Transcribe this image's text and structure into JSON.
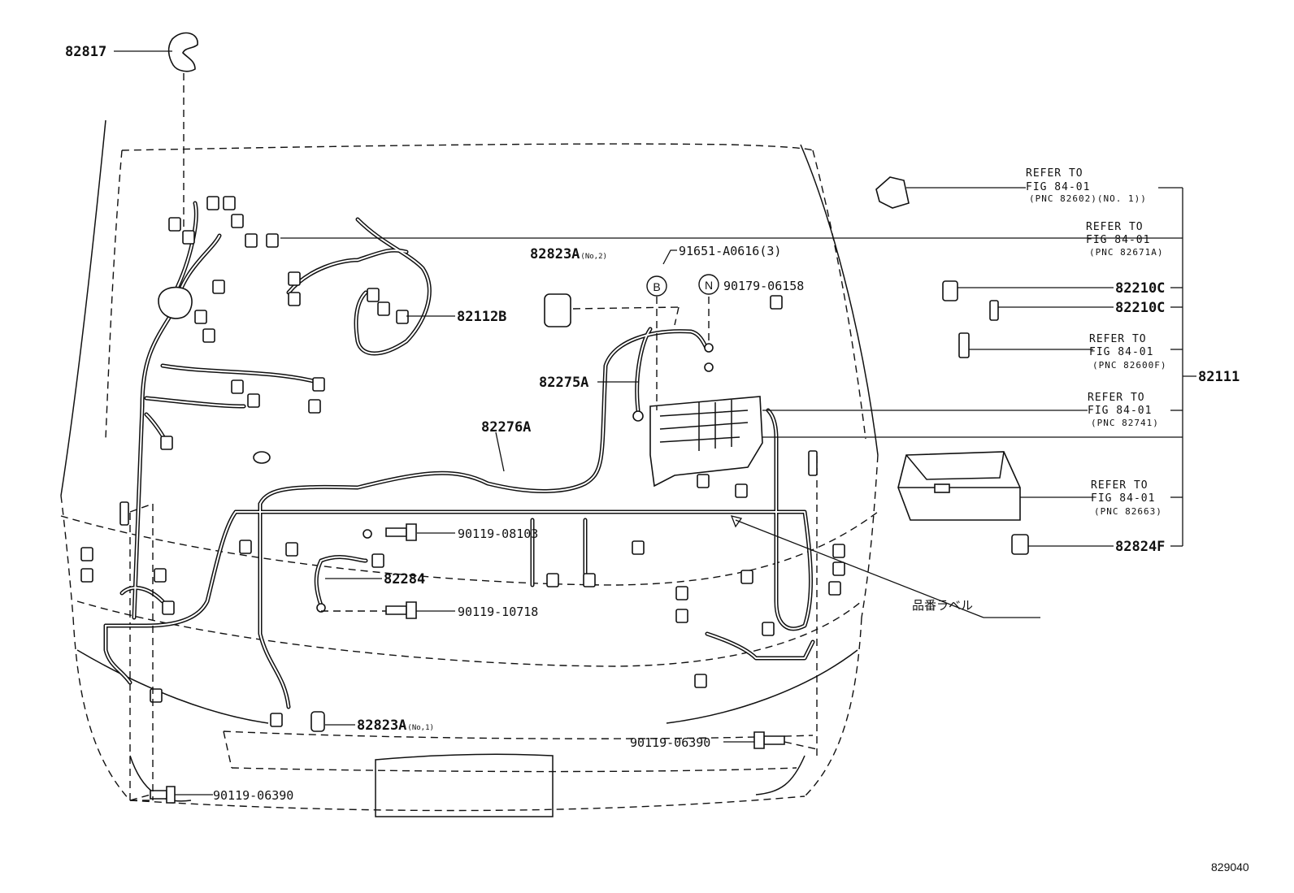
{
  "callouts": [
    {
      "id": "c-82817",
      "part": "82817",
      "sub": ""
    },
    {
      "id": "c-82112b",
      "part": "82112B",
      "sub": ""
    },
    {
      "id": "c-82823a-2",
      "part": "82823A",
      "sub": "(No,2)"
    },
    {
      "id": "c-91651",
      "part": "91651-A0616(3)",
      "sub": ""
    },
    {
      "id": "c-90179",
      "part": "90179-06158",
      "sub": ""
    },
    {
      "id": "c-82275a",
      "part": "82275A",
      "sub": ""
    },
    {
      "id": "c-82276a",
      "part": "82276A",
      "sub": ""
    },
    {
      "id": "c-90119-08103",
      "part": "90119-08103",
      "sub": ""
    },
    {
      "id": "c-82284",
      "part": "82284",
      "sub": ""
    },
    {
      "id": "c-90119-10718",
      "part": "90119-10718",
      "sub": ""
    },
    {
      "id": "c-82823a-1",
      "part": "82823A",
      "sub": "(No,1)"
    },
    {
      "id": "c-90119-06390-r",
      "part": "90119-06390",
      "sub": ""
    },
    {
      "id": "c-90119-06390-l",
      "part": "90119-06390",
      "sub": ""
    },
    {
      "id": "c-82210c-1",
      "part": "82210C",
      "sub": ""
    },
    {
      "id": "c-82210c-2",
      "part": "82210C",
      "sub": ""
    },
    {
      "id": "c-82824f",
      "part": "82824F",
      "sub": ""
    },
    {
      "id": "c-82111",
      "part": "82111",
      "sub": ""
    }
  ],
  "references": [
    {
      "l1": "REFER TO",
      "l2": "FIG 84-01",
      "l3": "(PNC 82602)(NO. 1))"
    },
    {
      "l1": "REFER TO",
      "l2": "FIG 84-01",
      "l3": "(PNC 82671A)"
    },
    {
      "l1": "REFER TO",
      "l2": "FIG 84-01",
      "l3": "(PNC 82600F)"
    },
    {
      "l1": "REFER TO",
      "l2": "FIG 84-01",
      "l3": "(PNC 82741)"
    },
    {
      "l1": "REFER TO",
      "l2": "FIG 84-01",
      "l3": "(PNC 82663)"
    }
  ],
  "markers": {
    "b": "B",
    "n": "N"
  },
  "label_note": "品番ラベル",
  "figure_number": "829040"
}
